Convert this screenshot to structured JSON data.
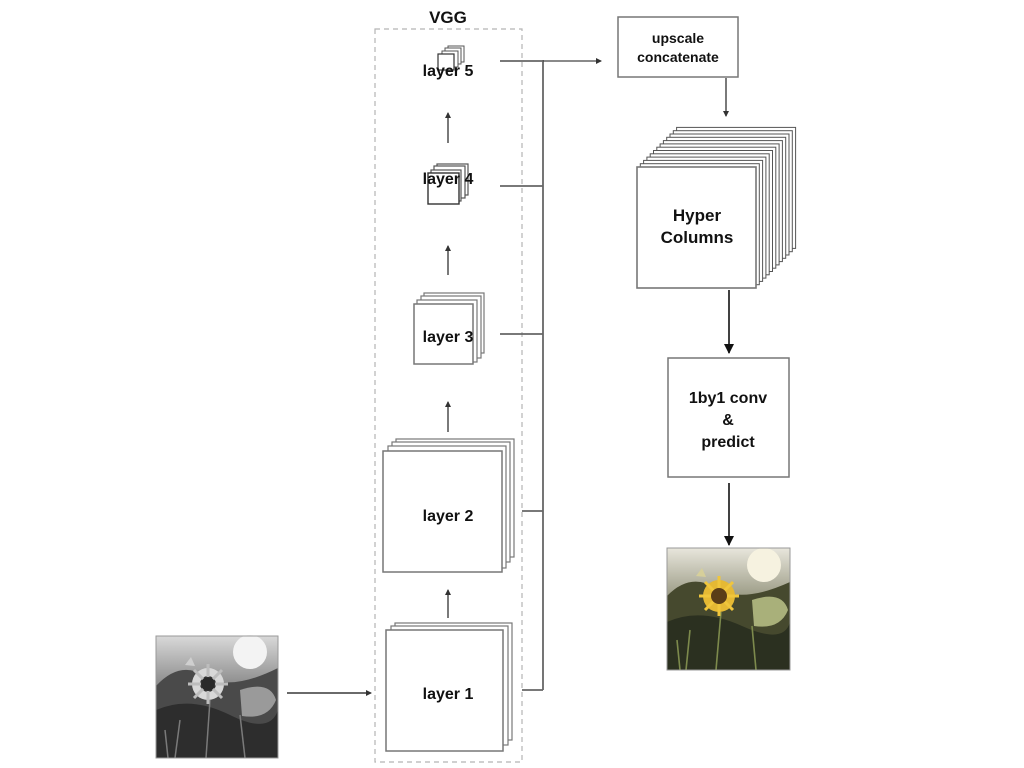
{
  "vgg_label": "VGG",
  "layers": [
    {
      "label": "layer 1"
    },
    {
      "label": "layer 2"
    },
    {
      "label": "layer 3"
    },
    {
      "label": "layer 4"
    },
    {
      "label": "layer 5"
    }
  ],
  "upscale_box": {
    "line1": "upscale",
    "line2": "concatenate"
  },
  "hyper_box": {
    "line1": "Hyper",
    "line2": "Columns"
  },
  "predict_box": {
    "line1": "1by1 conv",
    "line2": "&",
    "line3": "predict"
  },
  "input_image": {
    "description": "grayscale sunflower photo"
  },
  "output_image": {
    "description": "colorized sunflower photo"
  },
  "colors": {
    "stroke": "#7a7a7a",
    "dark": "#111111",
    "dashed": "#b5b5b5"
  }
}
